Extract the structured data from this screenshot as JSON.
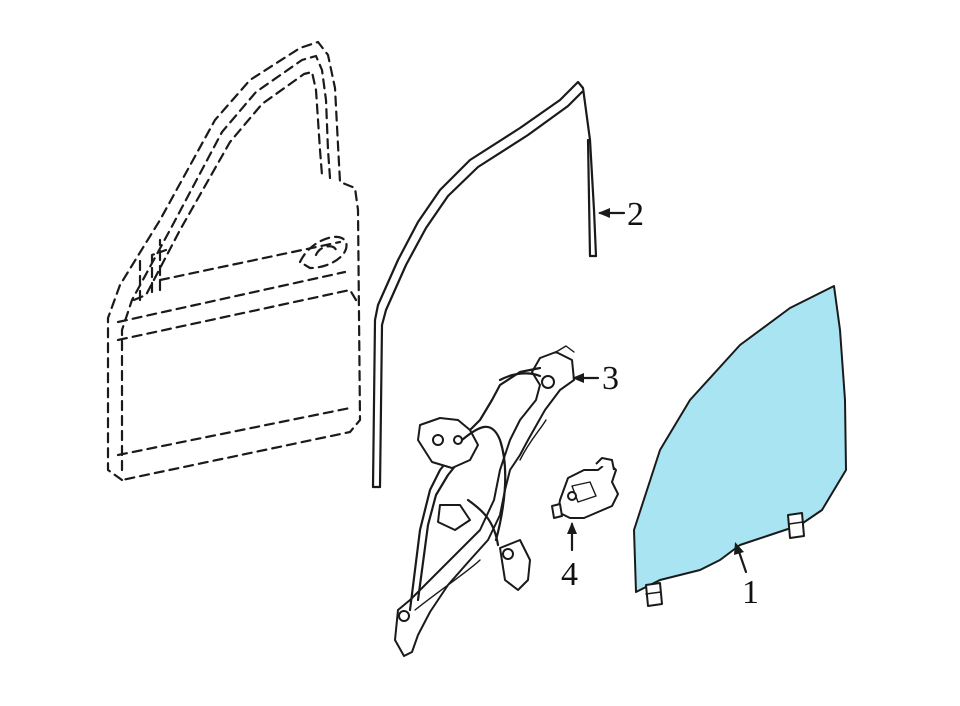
{
  "callouts": {
    "c1": "1",
    "c2": "2",
    "c3": "3",
    "c4": "4"
  },
  "colors": {
    "glass_fill": "#a8e4f2",
    "line": "#1a1a1a",
    "background": "#ffffff"
  }
}
